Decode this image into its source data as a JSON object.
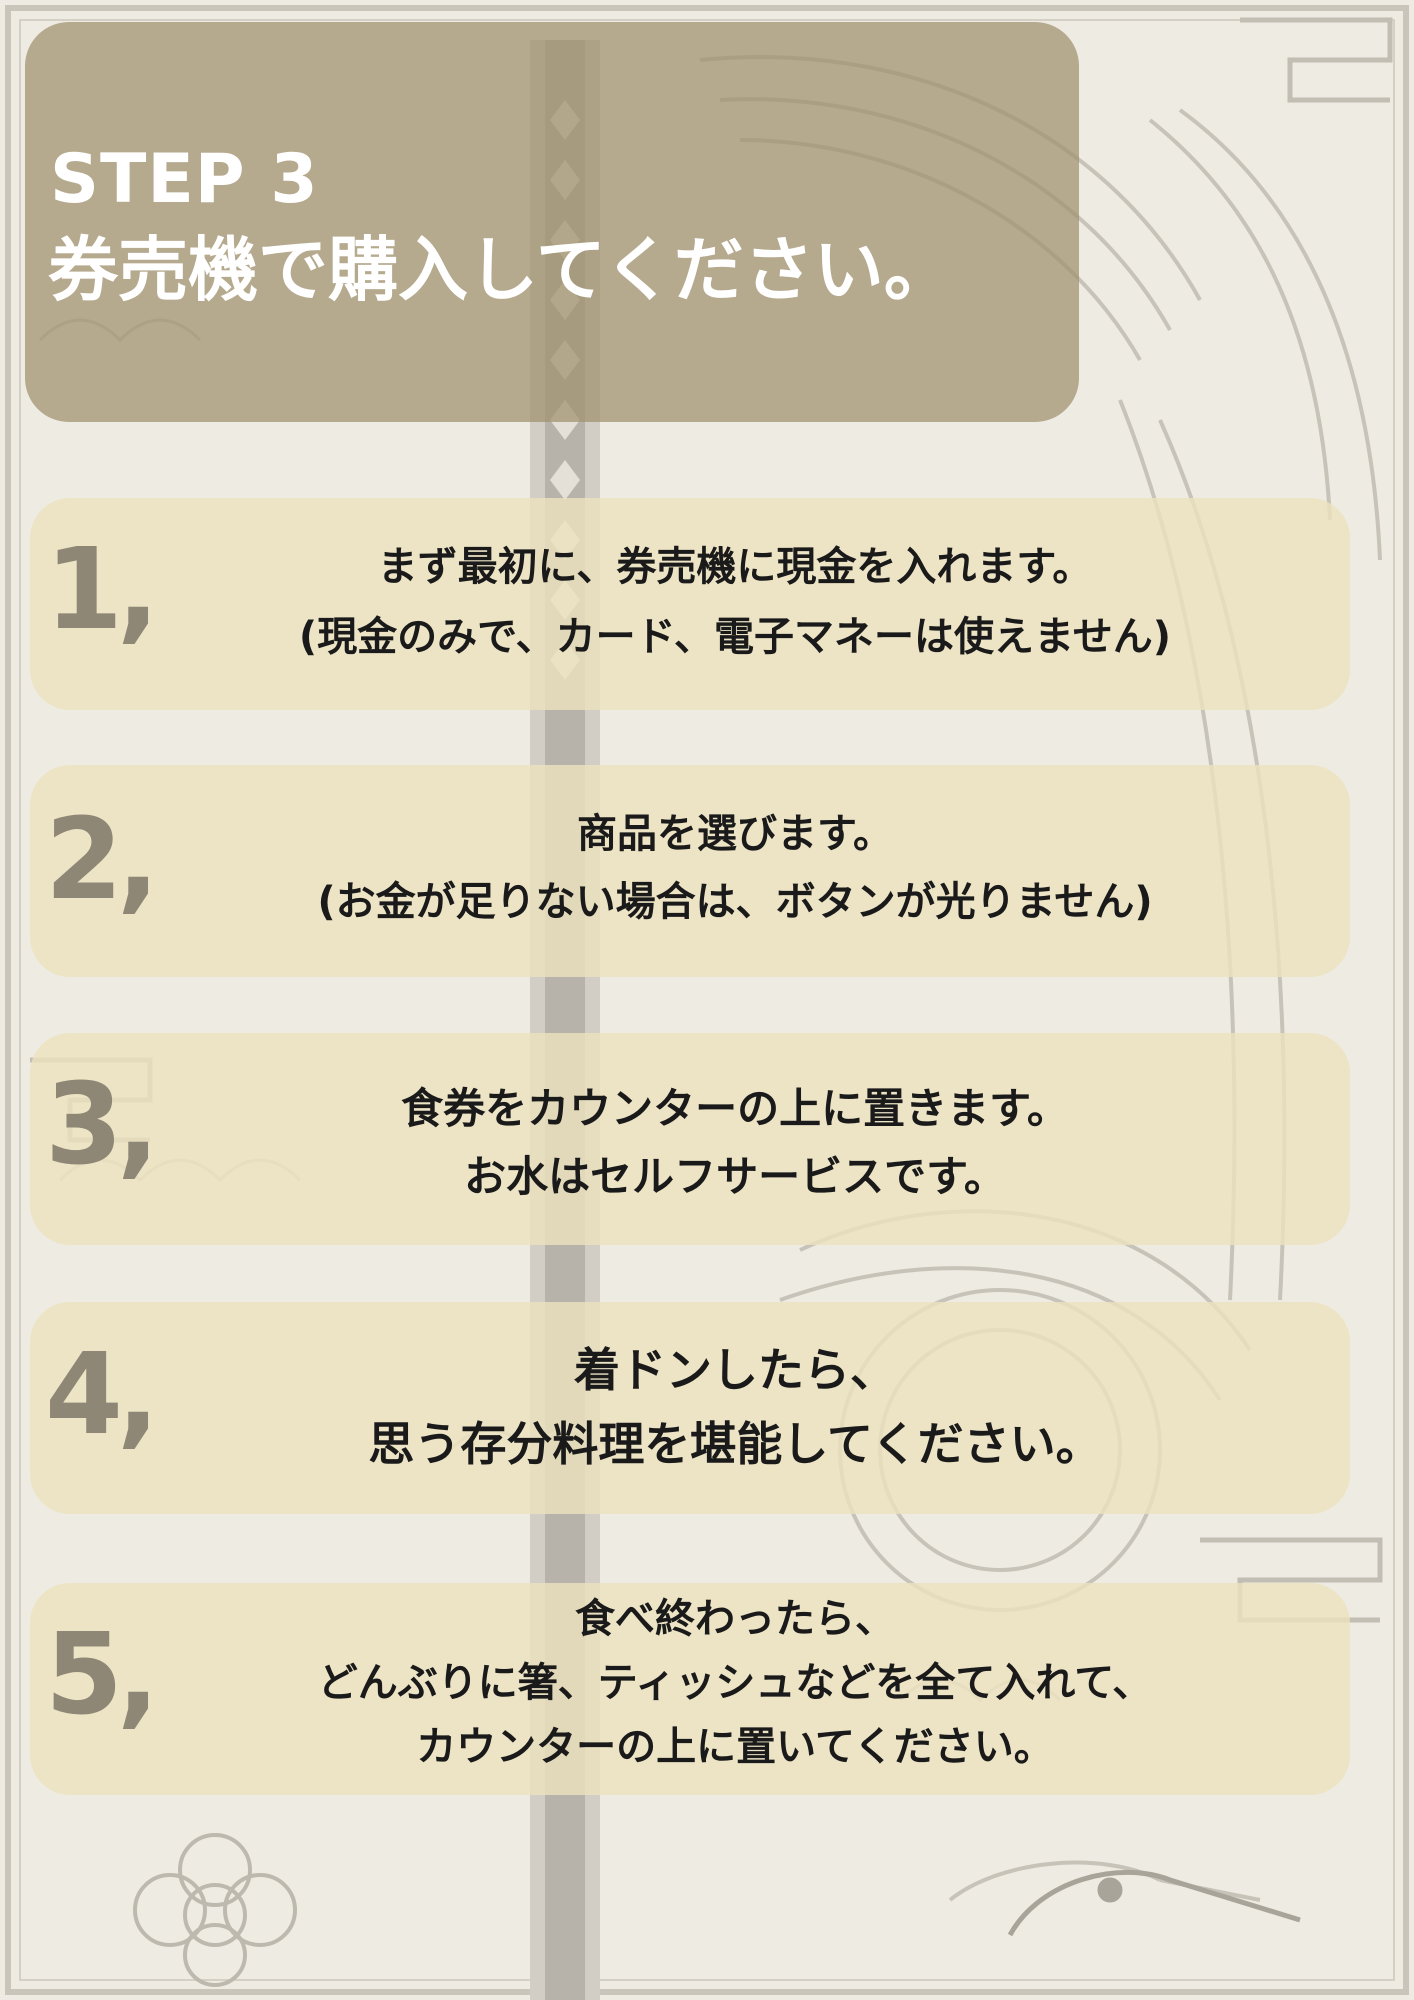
{
  "header": {
    "step_label": "STEP 3",
    "title": "券売機で購入してください。"
  },
  "steps": [
    {
      "number": "1,",
      "lines": [
        "まず最初に、券売機に現金を入れます。",
        "(現金のみで、カード、電子マネーは使えません)"
      ]
    },
    {
      "number": "2,",
      "lines": [
        "商品を選びます。",
        "(お金が足りない場合は、ボタンが光りません)"
      ]
    },
    {
      "number": "3,",
      "lines": [
        "食券をカウンターの上に置きます。",
        "お水はセルフサービスです。"
      ]
    },
    {
      "number": "4,",
      "lines": [
        "着ドンしたら、",
        "思う存分料理を堪能してください。"
      ]
    },
    {
      "number": "5,",
      "lines": [
        "食べ終わったら、",
        "どんぶりに箸、ティッシュなどを全て入れて、",
        "カウンターの上に置いてください。"
      ]
    }
  ],
  "colors": {
    "header_bg": "#a09270",
    "item_bg": "#ece2be",
    "number_color": "#8f8775",
    "text_color": "#1a1a1a"
  }
}
